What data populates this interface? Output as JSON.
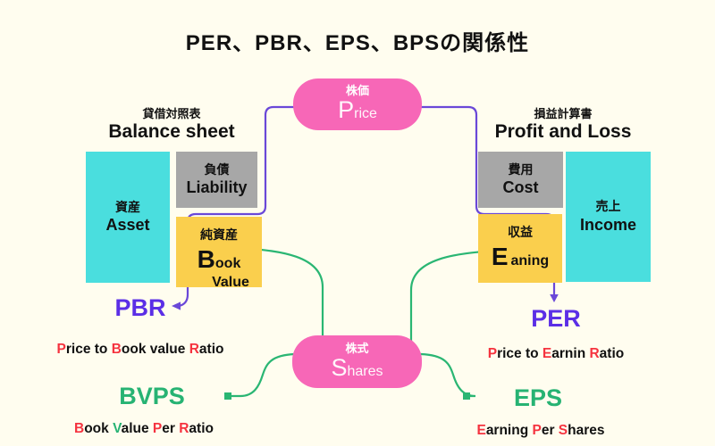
{
  "title": "PER、PBR、EPS、BPSの関係性",
  "sections": {
    "balance_sheet": {
      "jp": "貸借対照表",
      "en": "Balance sheet"
    },
    "profit_and_loss": {
      "jp": "損益計算書",
      "en": "Profit and Loss"
    }
  },
  "nodes": {
    "price": {
      "jp": "株価",
      "initial": "P",
      "rest": "rice"
    },
    "shares": {
      "jp": "株式",
      "initial": "S",
      "rest": "hares"
    },
    "asset": {
      "jp": "資産",
      "en": "Asset"
    },
    "liability": {
      "jp": "負債",
      "en": "Liability"
    },
    "book_value": {
      "jp": "純資産",
      "initial": "B",
      "rest": "ook",
      "line2": "Value"
    },
    "cost": {
      "jp": "費用",
      "en": "Cost"
    },
    "income": {
      "jp": "売上",
      "en": "Income"
    },
    "earning": {
      "jp": "収益",
      "initial": "E",
      "rest": "aning"
    }
  },
  "metrics": {
    "pbr": {
      "abbr": "PBR",
      "segments": [
        {
          "t": "P",
          "c": "red"
        },
        {
          "t": "rice to ",
          "c": "black"
        },
        {
          "t": "B",
          "c": "red"
        },
        {
          "t": "ook value ",
          "c": "black"
        },
        {
          "t": "R",
          "c": "red"
        },
        {
          "t": "atio",
          "c": "black"
        }
      ]
    },
    "per": {
      "abbr": "PER",
      "segments": [
        {
          "t": "P",
          "c": "red"
        },
        {
          "t": "rice to ",
          "c": "black"
        },
        {
          "t": "E",
          "c": "red"
        },
        {
          "t": "arnin ",
          "c": "black"
        },
        {
          "t": "R",
          "c": "red"
        },
        {
          "t": "atio",
          "c": "black"
        }
      ]
    },
    "bvps": {
      "abbr": "BVPS",
      "segments": [
        {
          "t": "B",
          "c": "red"
        },
        {
          "t": "ook ",
          "c": "black"
        },
        {
          "t": "V",
          "c": "green"
        },
        {
          "t": "alue ",
          "c": "black"
        },
        {
          "t": "P",
          "c": "red"
        },
        {
          "t": "er ",
          "c": "black"
        },
        {
          "t": "R",
          "c": "red"
        },
        {
          "t": "atio",
          "c": "black"
        }
      ]
    },
    "eps": {
      "abbr": "EPS",
      "segments": [
        {
          "t": "E",
          "c": "red"
        },
        {
          "t": "arning ",
          "c": "black"
        },
        {
          "t": "P",
          "c": "red"
        },
        {
          "t": "er ",
          "c": "black"
        },
        {
          "t": "S",
          "c": "red"
        },
        {
          "t": "hares",
          "c": "black"
        }
      ]
    }
  },
  "colors": {
    "background": "#fffdef",
    "pink_node": "#f767b7",
    "cyan_box": "#4adede",
    "gray_box": "#a7a7a7",
    "yellow_box": "#facf4d",
    "purple_line": "#6a48d8",
    "purple_text": "#5b2ee6",
    "green_line": "#2ab673",
    "green_text": "#27b373",
    "red_letter": "#f5333f",
    "text": "#111111"
  }
}
